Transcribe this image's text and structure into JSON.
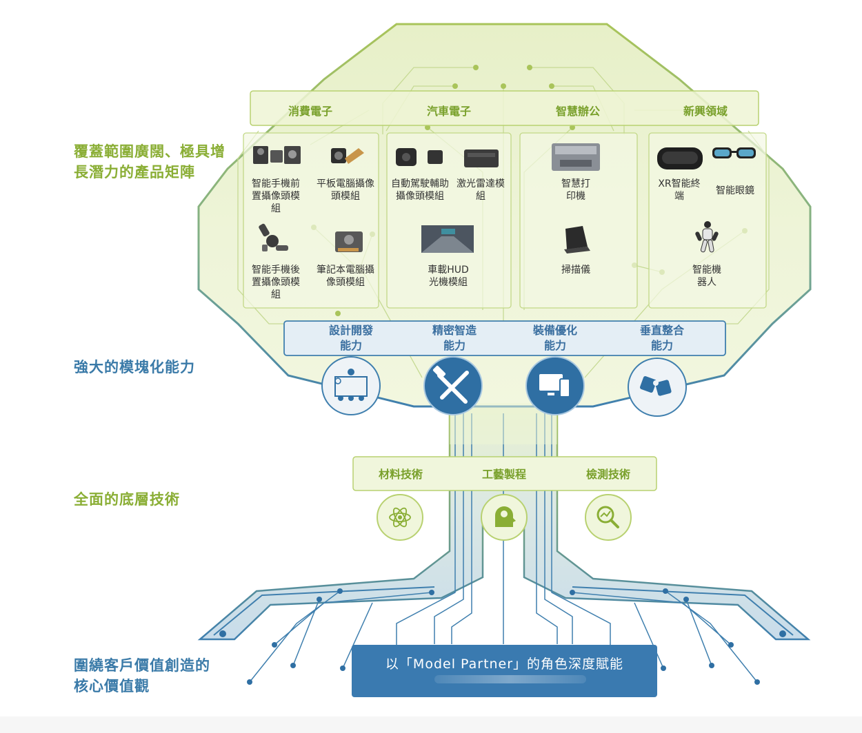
{
  "left_labels": {
    "products": "覆蓋範圍廣闊、極具增長潛力的產品矩陣",
    "modular": "強大的模塊化能力",
    "base_tech": "全面的底層技術",
    "core_values": "圍繞客戶價值創造的核心價值觀"
  },
  "categories": [
    "消費電子",
    "汽車電子",
    "智慧辦公",
    "新興領域"
  ],
  "products": {
    "phone_front": "智能手機前置攝像頭模組",
    "tablet": "平板電腦攝像頭模組",
    "phone_rear": "智能手機後置攝像頭模組",
    "laptop": "筆記本電腦攝像頭模組",
    "auto_drive": "自動駕駛輔助攝像頭模組",
    "lidar": "激光雷達模組",
    "hud": "車載HUD光機模組",
    "printer": "智慧打印機",
    "scanner": "掃描儀",
    "xr": "XR智能終端",
    "glasses": "智能眼鏡",
    "robot": "智能機器人"
  },
  "capabilities": [
    "設計開發能力",
    "精密智造能力",
    "裝備優化能力",
    "垂直整合能力"
  ],
  "technologies": [
    "材料技術",
    "工藝製程",
    "檢測技術"
  ],
  "banner": "以「Model Partner」的角色深度賦能",
  "colors": {
    "green": "#8aae35",
    "blue": "#3a7aa8",
    "banner": "#3a7ab0"
  }
}
